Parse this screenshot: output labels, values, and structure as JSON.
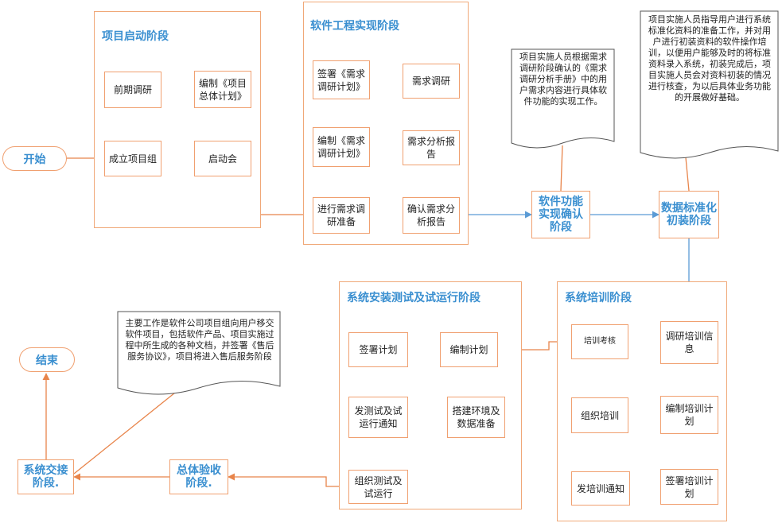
{
  "start": "开始",
  "end": "结束",
  "stages": {
    "project_start": "项目启动阶段",
    "software_engineering": "软件工程实现阶段",
    "install_test": "系统安装测试及试运行阶段",
    "training": "系统培训阶段"
  },
  "boxes": {
    "prelim_research": "前期调研",
    "form_team": "成立项目组",
    "compile_plan": "编制《项目总体计划》",
    "kickoff": "启动会",
    "sign_plan": "签署《需求调研计划》",
    "compile_req_plan": "编制《需求调研计划》",
    "prepare_research": "进行需求调研准备",
    "req_research": "需求调研",
    "req_report": "需求分析报告",
    "confirm_report": "确认需求分析报告",
    "sign_test_plan": "签署计划",
    "compile_test_plan": "编制计划",
    "issue_test_notice": "发测试及试运行通知",
    "build_env": "搭建环境及数据准备",
    "organize_test": "组织测试及试运行",
    "training_exam": "培训考核",
    "organize_training": "组织培训",
    "issue_training_notice": "发培训通知",
    "research_training": "调研培训信息",
    "compile_training_plan": "编制培训计划",
    "sign_training_plan": "签署培训计划"
  },
  "milestones": {
    "function_confirm": "软件功能实现确认阶段",
    "data_init": "数据标准化初装阶段",
    "system_handover": "系统交接阶段.",
    "final_acceptance": "总体验收阶段."
  },
  "notes": {
    "function_confirm_note": "项目实施人员根据需求调研阶段确认的《需求调研分析手册》中的用户需求内容进行具体软件功能的实现工作。",
    "data_init_note": "项目实施人员指导用户进行系统标准化资料的准备工作，并对用户进行初装资料的软件操作培训，以便用户能够及时的将标准资料录入系统，初装完成后，项目实施人员会对资料初装的情况进行核查，为以后具体业务功能的开展做好基础。",
    "handover_note": "主要工作是软件公司项目组向用户移交软件项目，包括软件产品、项目实施过程中所生成的各种文档，并签署《售后服务协议》，项目将进入售后服务阶段"
  },
  "colors": {
    "box_border": "#f0a070",
    "arrow_orange": "#e8844a",
    "arrow_blue": "#5b9bd5",
    "title_blue": "#3a8fd0"
  }
}
